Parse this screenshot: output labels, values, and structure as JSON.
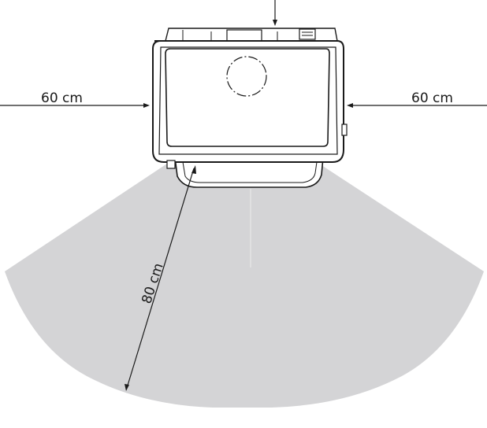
{
  "dimensions": {
    "left_clearance": "60 cm",
    "right_clearance": "60 cm",
    "front_clearance": "80 cm"
  },
  "colors": {
    "clearance_zone": "#d4d4d6",
    "stove_line": "#1a1a1a",
    "stove_fill": "#ffffff"
  }
}
